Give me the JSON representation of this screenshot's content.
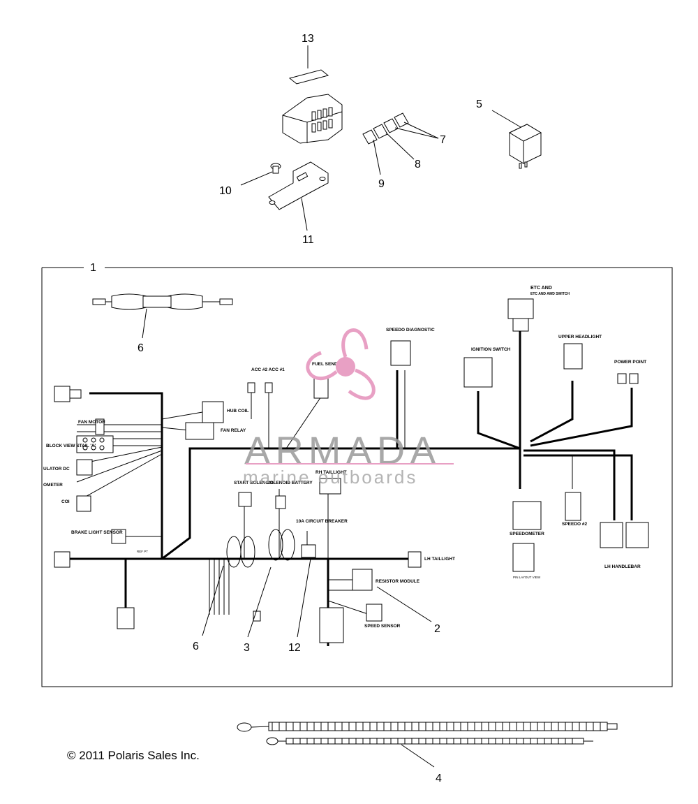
{
  "callouts": {
    "c1": "1",
    "c2": "2",
    "c3": "3",
    "c4": "4",
    "c5": "5",
    "c6a": "6",
    "c6b": "6",
    "c7": "7",
    "c8": "8",
    "c9": "9",
    "c10": "10",
    "c11": "11",
    "c12": "12",
    "c13": "13"
  },
  "labels": {
    "etc_awd_switch": "ETC AND AWD SWITCH",
    "speedo_diagnostic": "SPEEDO DIAGNOSTIC",
    "upper_headlight": "UPPER HEADLIGHT",
    "ignition_switch": "IGNITION SWITCH",
    "power_point": "POWER POINT",
    "fuel_sender": "FUEL SENDER",
    "acc": "ACC #2  ACC #1",
    "hub_coil": "HUB COIL",
    "fan_relay": "FAN RELAY",
    "fan_motor": "FAN MOTOR",
    "block_view": "BLOCK VIEW STAIL 'A'",
    "regulator_dc": "ULATOR DC",
    "odometer": "OMETER",
    "coil": "COI",
    "brake_light_sensor": "BRAKE LIGHT SENSOR",
    "start_solenoid": "START SOLENOID",
    "solenoid_battery": "SOLENOID BATTERY",
    "rh_taillight": "RH TAILLIGHT",
    "circuit_breaker": "10A CIRCUIT BREAKER",
    "lh_taillight": "LH TAILLIGHT",
    "resistor_module": "RESISTOR MODULE",
    "speed_sensor": "SPEED SENSOR",
    "speedometer": "SPEEDOMETER",
    "speedo2": "SPEEDO #2",
    "lh_handlebar": "LH HANDLEBAR",
    "pin_layout": "PIN LAYOUT VIEW",
    "ref_pt": "REF PT"
  },
  "watermark": {
    "brand": "ARMADA",
    "tagline": "marine outboards",
    "color_pink": "#e8a0c4",
    "color_gray": "#9a9a9a"
  },
  "copyright": "© 2011 Polaris Sales Inc."
}
